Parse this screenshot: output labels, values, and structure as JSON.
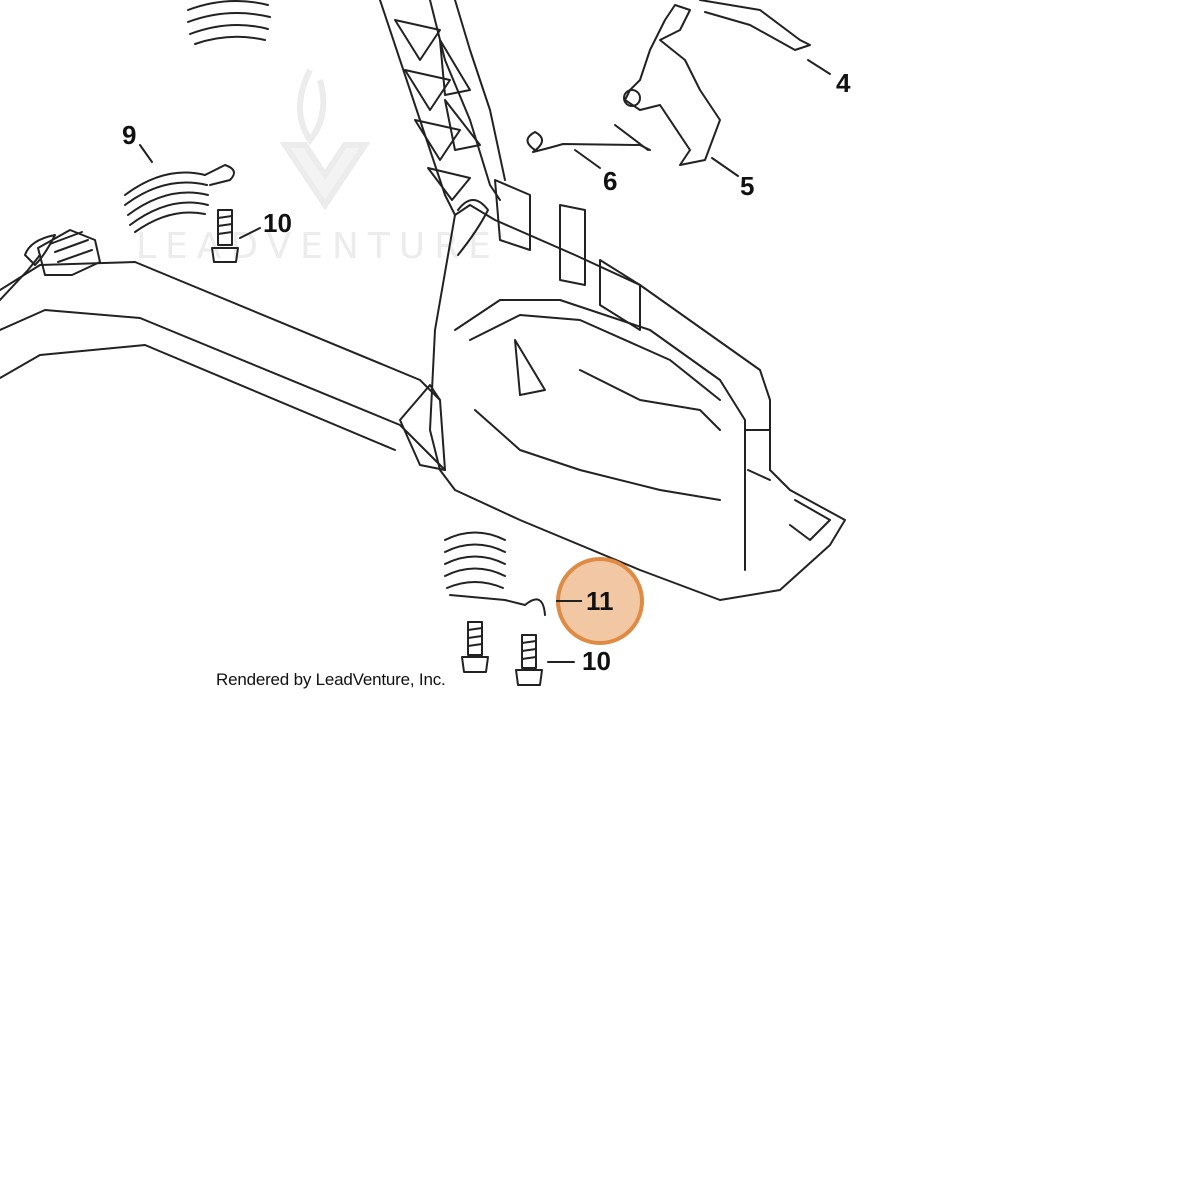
{
  "diagram": {
    "callouts": {
      "c4": "4",
      "c5": "5",
      "c6": "6",
      "c9": "9",
      "c10_top": "10",
      "c10_bottom": "10",
      "c11": "11"
    },
    "credit": "Rendered by LeadVenture, Inc.",
    "watermark": "LEADVENTURE",
    "highlight_color": "#f1c7a4",
    "highlight_border": "#e08b43",
    "highlighted_part": "11"
  }
}
